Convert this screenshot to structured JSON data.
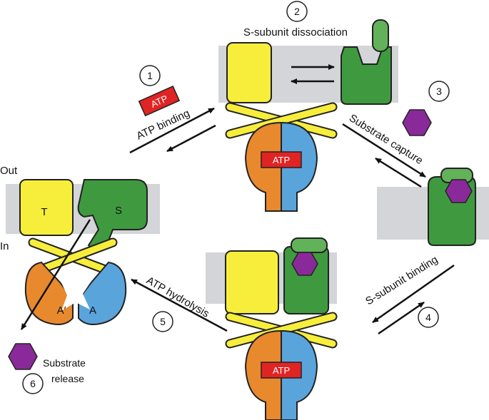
{
  "colors": {
    "membrane": "#d3d5d8",
    "t_subunit": "#f7ee3c",
    "s_subunit": "#3f9a3f",
    "s_subunit_light": "#62b25a",
    "a_subunit_orange": "#e8892e",
    "a_subunit_blue": "#5aa4dc",
    "atp_red": "#e02424",
    "substrate_purple": "#8a2a9a",
    "arrow": "#111111"
  },
  "labels": {
    "out": "Out",
    "in": "In",
    "t": "T",
    "s": "S",
    "a_prime": "A′",
    "a": "A",
    "atp_box": "ATP",
    "atp_binding": "ATP binding",
    "s_dissociation": "S-subunit dissociation",
    "substrate_capture": "Substrate capture",
    "s_binding": "S-subunit binding",
    "atp_hydrolysis": "ATP hydrolysis",
    "substrate": "Substrate",
    "release": "release"
  },
  "steps": [
    "1",
    "2",
    "3",
    "4",
    "5",
    "6"
  ],
  "icons": {
    "substrate": "hexagon-icon",
    "atp": "atp-tag-icon"
  }
}
